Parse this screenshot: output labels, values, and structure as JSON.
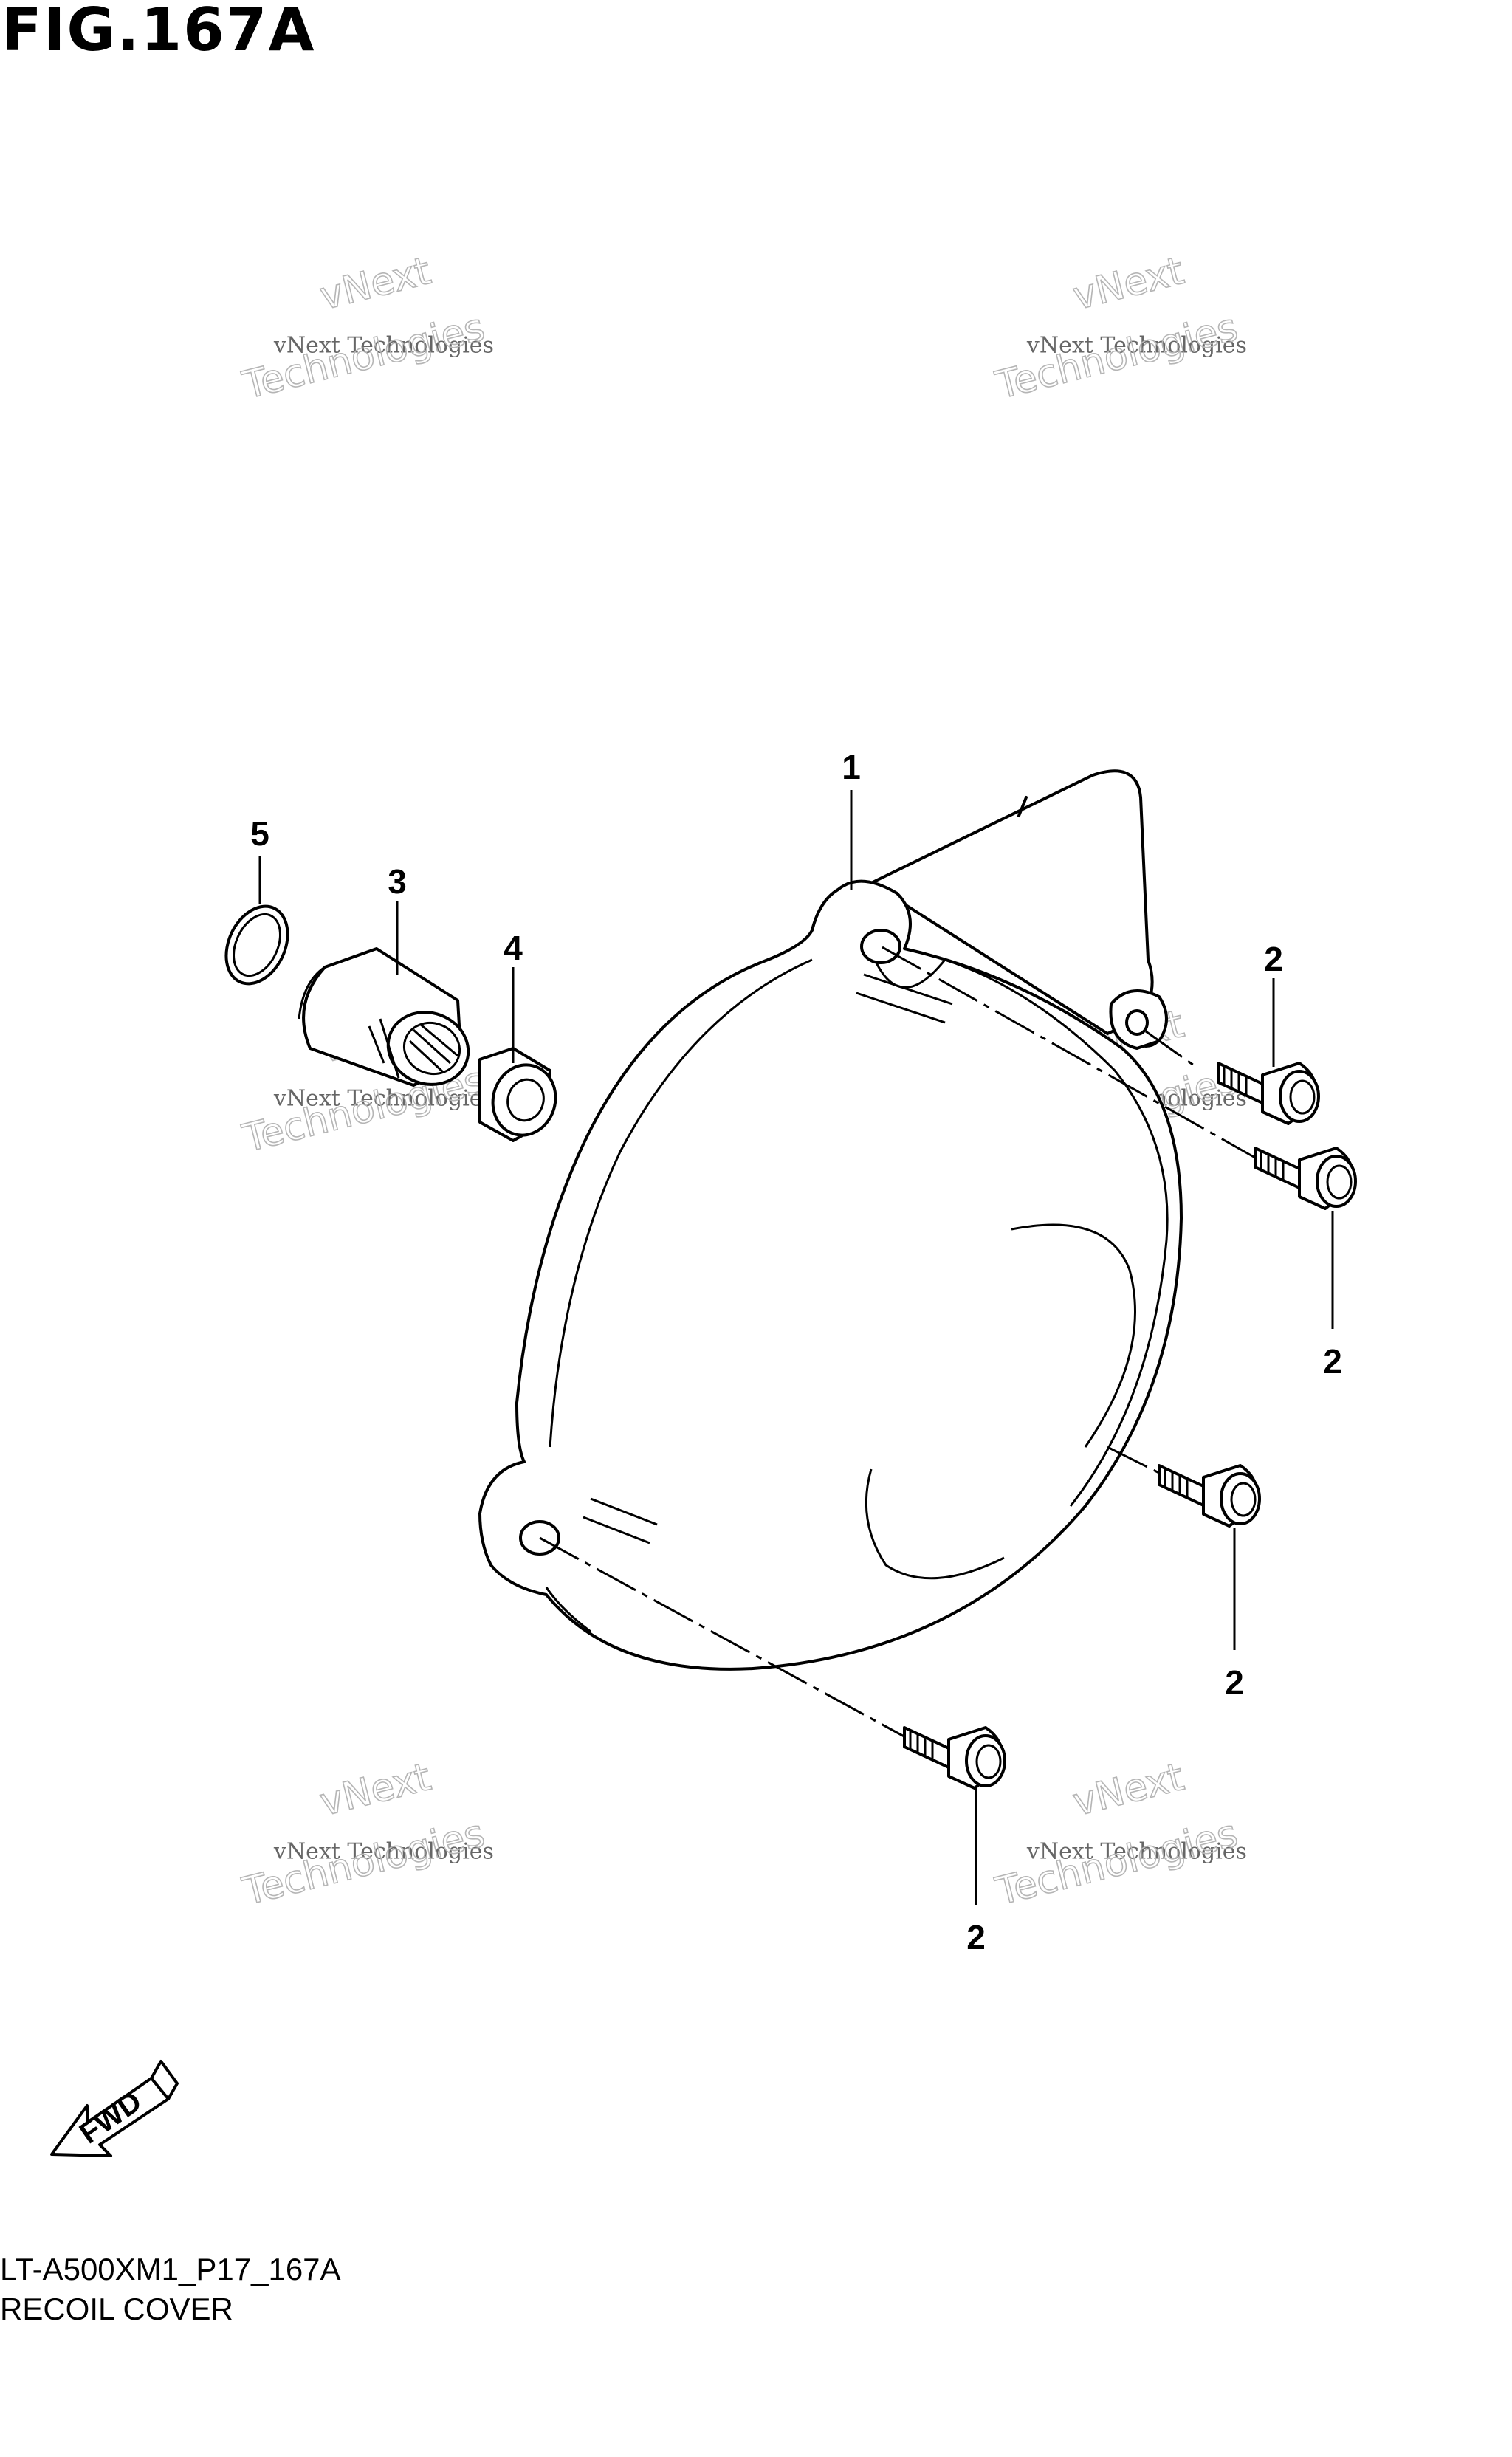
{
  "figure": {
    "title": "FIG.167A",
    "code": "LT-A500XM1_P17_167A",
    "name": "RECOIL COVER"
  },
  "callouts": [
    {
      "id": "part-1",
      "label": "1"
    },
    {
      "id": "part-2a",
      "label": "2"
    },
    {
      "id": "part-2b",
      "label": "2"
    },
    {
      "id": "part-2c",
      "label": "2"
    },
    {
      "id": "part-2d",
      "label": "2"
    },
    {
      "id": "part-3",
      "label": "3"
    },
    {
      "id": "part-4",
      "label": "4"
    },
    {
      "id": "part-5",
      "label": "5"
    }
  ],
  "watermark": {
    "line1": "vNext",
    "line2": "vNext Technologies",
    "line3": "Technologies"
  },
  "direction_arrow": {
    "label": "FWD"
  }
}
